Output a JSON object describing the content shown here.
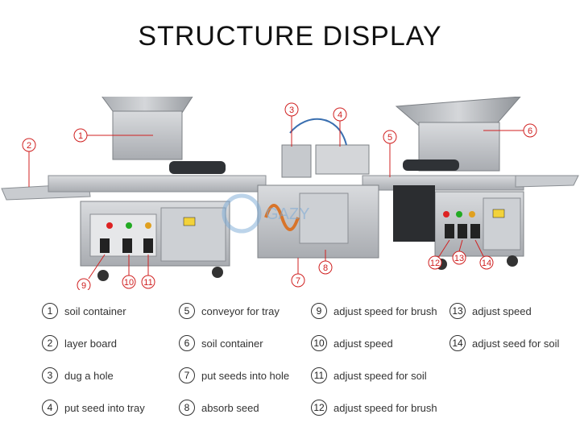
{
  "title": "STRUCTURE DISPLAY",
  "watermark": "GAZY",
  "callouts": [
    "1",
    "2",
    "3",
    "4",
    "5",
    "6",
    "7",
    "8",
    "9",
    "10",
    "11",
    "12",
    "13",
    "14"
  ],
  "legend": [
    {
      "num": "1",
      "label": "soil container"
    },
    {
      "num": "2",
      "label": "layer board"
    },
    {
      "num": "3",
      "label": "dug a hole"
    },
    {
      "num": "4",
      "label": "put seed into tray"
    },
    {
      "num": "5",
      "label": "conveyor for tray"
    },
    {
      "num": "6",
      "label": "soil container"
    },
    {
      "num": "7",
      "label": "put seeds into hole"
    },
    {
      "num": "8",
      "label": "absorb seed"
    },
    {
      "num": "9",
      "label": "adjust speed for brush"
    },
    {
      "num": "10",
      "label": "adjust speed"
    },
    {
      "num": "11",
      "label": "adjust speed for soil"
    },
    {
      "num": "12",
      "label": "adjust speed for brush"
    },
    {
      "num": "13",
      "label": "adjust speed"
    },
    {
      "num": "14",
      "label": "adjust seed for soil"
    }
  ],
  "colors": {
    "callout": "#d02020",
    "steel": "#b9bcc0",
    "text": "#333333"
  }
}
